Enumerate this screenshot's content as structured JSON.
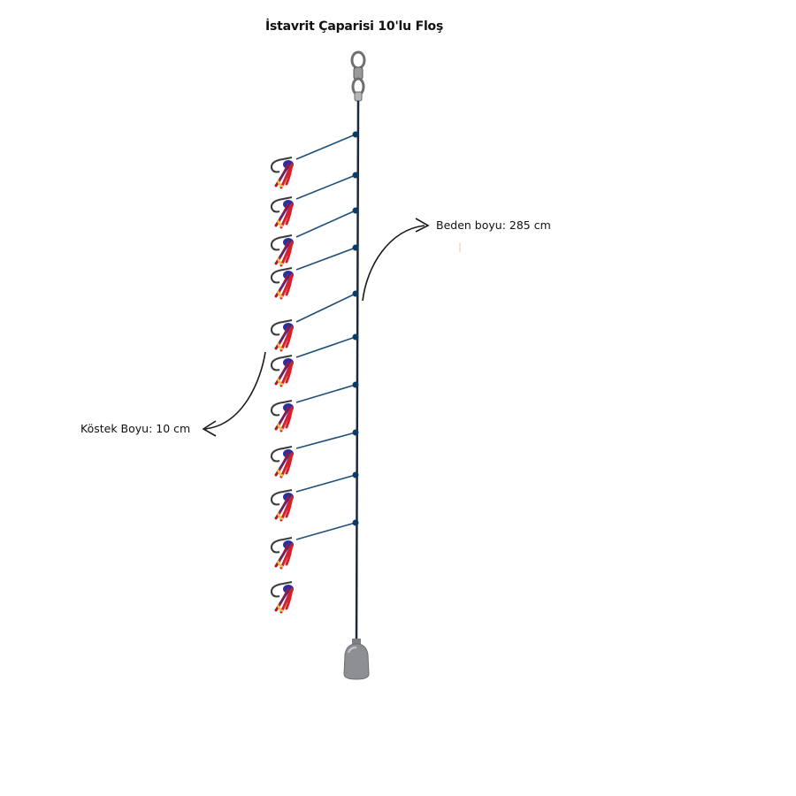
{
  "title": "İstavrit Çaparisi 10'lu Floş",
  "labels": {
    "body_length": "Beden boyu: 285 cm",
    "leader_length": "Köstek Boyu: 10 cm"
  },
  "rig": {
    "hook_count": 10
  },
  "colors": {
    "main_line": "#1b2a3a",
    "leader": "#1f4e79",
    "knot": "#0d3a66",
    "swivel": "#7a7a7a",
    "sinker": "#8d8f93",
    "lure_red": "#d4202a",
    "lure_blue": "#2a2fa0",
    "lure_yellow": "#e9c24a",
    "hook": "#3a3a3a"
  }
}
